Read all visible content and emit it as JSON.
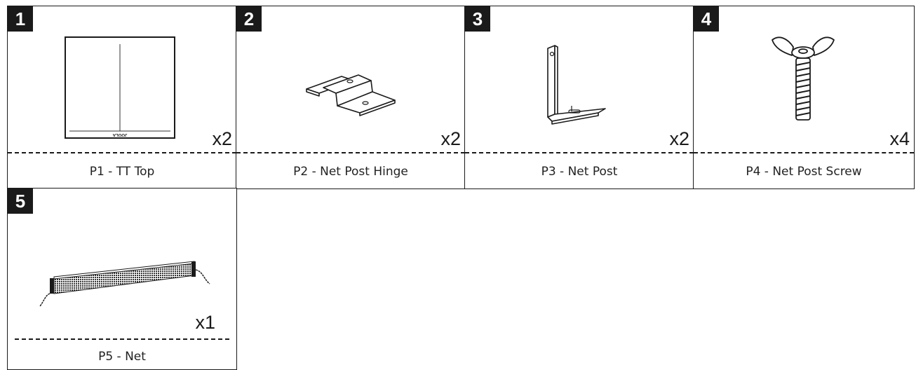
{
  "parts": [
    {
      "number": "1",
      "name": "P1 - TT Top",
      "quantity": "x2",
      "icon": "tabletop-icon",
      "imprint": "JOOLA"
    },
    {
      "number": "2",
      "name": "P2 - Net Post Hinge",
      "quantity": "x2",
      "icon": "hinge-bracket-icon"
    },
    {
      "number": "3",
      "name": "P3 - Net Post",
      "quantity": "x2",
      "icon": "net-post-icon"
    },
    {
      "number": "4",
      "name": "P4 - Net Post Screw",
      "quantity": "x4",
      "icon": "wing-screw-icon"
    },
    {
      "number": "5",
      "name": "P5 - Net",
      "quantity": "x1",
      "icon": "net-icon"
    }
  ]
}
